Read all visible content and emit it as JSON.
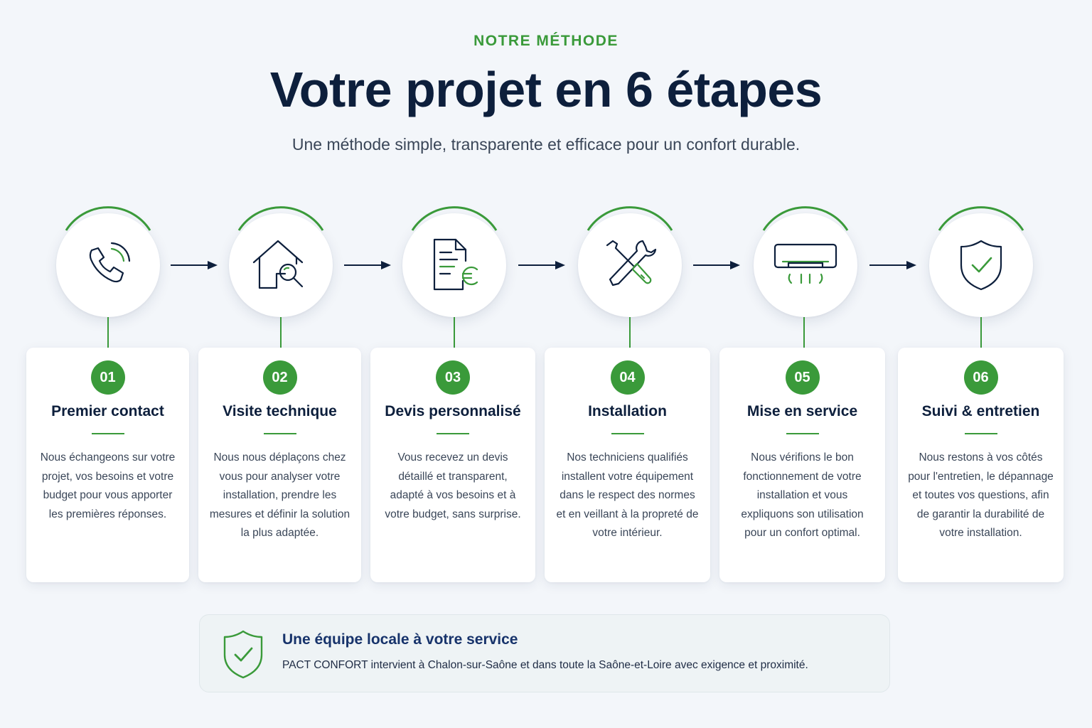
{
  "header": {
    "eyebrow": "NOTRE MÉTHODE",
    "title": "Votre projet en 6 étapes",
    "subtitle": "Une méthode simple, transparente et efficace pour un confort durable."
  },
  "colors": {
    "accent_green": "#3a9a3a",
    "navy": "#0d1f3c",
    "background": "#f3f6fa"
  },
  "steps": [
    {
      "number": "01",
      "title": "Premier contact",
      "icon": "phone-icon",
      "description": "Nous échangeons sur votre projet, vos besoins et votre budget pour vous apporter les premières réponses."
    },
    {
      "number": "02",
      "title": "Visite technique",
      "icon": "house-search-icon",
      "description": "Nous nous déplaçons chez vous pour analyser votre installation, prendre les mesures et définir la solution la plus adaptée."
    },
    {
      "number": "03",
      "title": "Devis personnalisé",
      "icon": "quote-euro-icon",
      "description": "Vous recevez un devis détaillé et transparent, adapté à vos besoins et à votre budget, sans surprise."
    },
    {
      "number": "04",
      "title": "Installation",
      "icon": "tools-icon",
      "description": "Nos techniciens qualifiés installent votre équipement dans le respect des normes et en veillant à la propreté de votre intérieur."
    },
    {
      "number": "05",
      "title": "Mise en service",
      "icon": "air-conditioner-icon",
      "description": "Nous vérifions le bon fonctionnement de votre installation et vous expliquons son utilisation pour un confort optimal."
    },
    {
      "number": "06",
      "title": "Suivi & entretien",
      "icon": "shield-check-icon",
      "description": "Nous restons à vos côtés pour l'entretien, le dépannage et toutes vos questions, afin de garantir la durabilité de votre installation."
    }
  ],
  "banner": {
    "icon": "shield-check-icon",
    "title": "Une équipe locale à votre service",
    "text": "PACT CONFORT intervient à Chalon-sur-Saône et dans toute la Saône-et-Loire avec exigence et proximité."
  }
}
